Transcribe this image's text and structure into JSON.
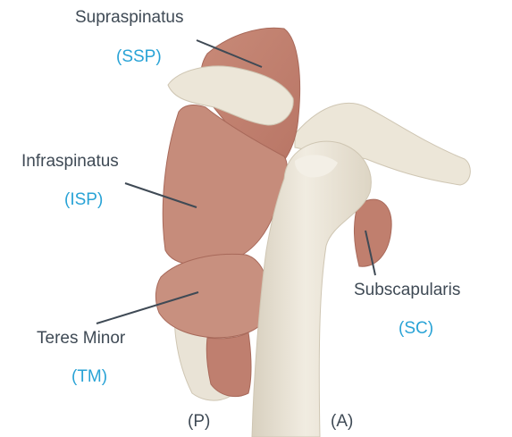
{
  "labels": {
    "supraspinatus": {
      "name": "Supraspinatus",
      "abbr": "(SSP)"
    },
    "infraspinatus": {
      "name": "Infraspinatus",
      "abbr": "(ISP)"
    },
    "teres_minor": {
      "name": "Teres Minor",
      "abbr": "(TM)"
    },
    "subscapularis": {
      "name": "Subscapularis",
      "abbr": "(SC)"
    }
  },
  "orientation": {
    "posterior": "(P)",
    "anterior": "(A)"
  },
  "colors": {
    "bone": "#ece6d8",
    "bone_shade": "#cfc6b3",
    "muscle": "#c98d7c",
    "muscle_dark": "#a8695a",
    "leader_line": "#3f4a55",
    "name_text": "#3f4a55",
    "abbr_text": "#29a3d6"
  }
}
